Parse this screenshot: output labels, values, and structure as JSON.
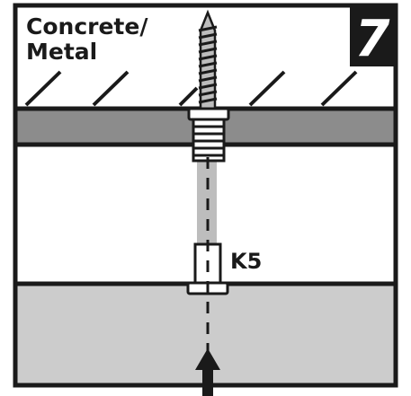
{
  "title": {
    "line1": "Concrete/",
    "line2": "Metal"
  },
  "step_number": "7",
  "part_label": "K5",
  "colors": {
    "outline": "#1a1a1a",
    "ceiling_band": "#8c8c8c",
    "floor_block": "#cccccc",
    "rod_sleeve": "#bdbdbd",
    "background": "#ffffff",
    "step_badge": "#1a1a1a"
  },
  "icons": {
    "push_direction": "arrow-up-icon"
  }
}
